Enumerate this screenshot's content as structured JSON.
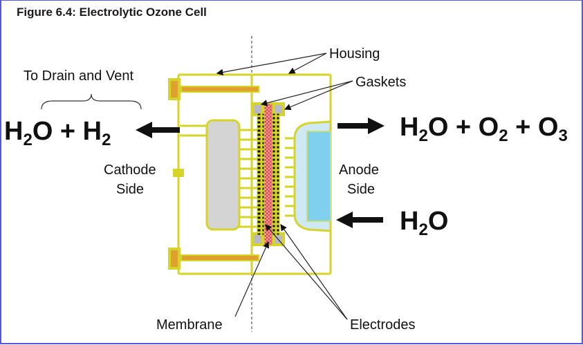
{
  "title": "Figure 6.4: Electrolytic Ozone Cell",
  "labels": {
    "housing": "Housing",
    "gaskets": "Gaskets",
    "to_drain": "To Drain and Vent",
    "cathode_side_1": "Cathode",
    "cathode_side_2": "Side",
    "anode_side_1": "Anode",
    "anode_side_2": "Side",
    "membrane": "Membrane",
    "electrodes": "Electrodes"
  },
  "formulas": {
    "cathode_out": {
      "parts": [
        "H",
        "2",
        "O + H",
        "2"
      ]
    },
    "anode_out": {
      "parts": [
        "H",
        "2",
        "O + O",
        "2",
        " + O",
        "3"
      ]
    },
    "anode_in": {
      "parts": [
        "H",
        "2",
        "O"
      ]
    }
  },
  "colors": {
    "frame_border": "#5555e6",
    "housing": "#d4d42a",
    "bolt": "#e0a030",
    "cathode": "#d4d4d4",
    "anode_outer": "#cfe8f5",
    "anode_inner": "#7fd0ee",
    "membrane": "#e04848",
    "gasket": "#b8b8c8"
  }
}
